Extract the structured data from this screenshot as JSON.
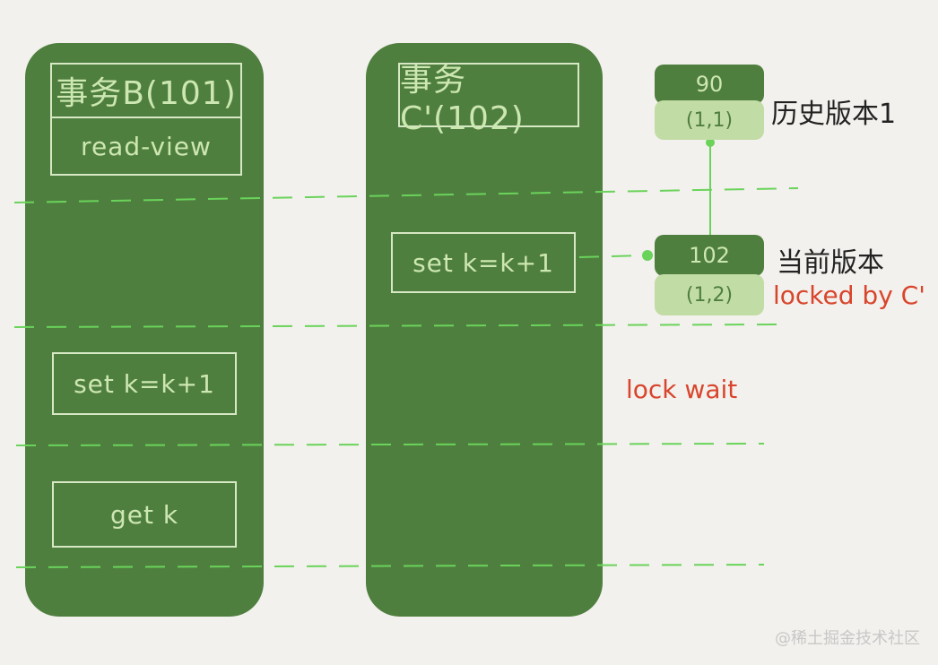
{
  "colors": {
    "column": "#4f7f3f",
    "box_border": "#d6e8c4",
    "box_text": "#cde7b2",
    "version_body": "#c2dca6",
    "dash": "#6ad35a",
    "red_text": "#d8452c",
    "background": "#f3f1ed"
  },
  "transaction_b": {
    "title": "事务B(101)",
    "read_view": "read-view",
    "op_set": "set k=k+1",
    "op_get": "get k"
  },
  "transaction_c": {
    "title": "事务C'(102)",
    "op_set": "set k=k+1"
  },
  "version_history": {
    "trx_id": "90",
    "value": "(1,1)",
    "label": "历史版本1"
  },
  "version_current": {
    "trx_id": "102",
    "value": "(1,2)",
    "label": "当前版本",
    "lock_note": "locked by C'"
  },
  "lock_wait": "lock wait",
  "watermark": "@稀土掘金技术社区"
}
